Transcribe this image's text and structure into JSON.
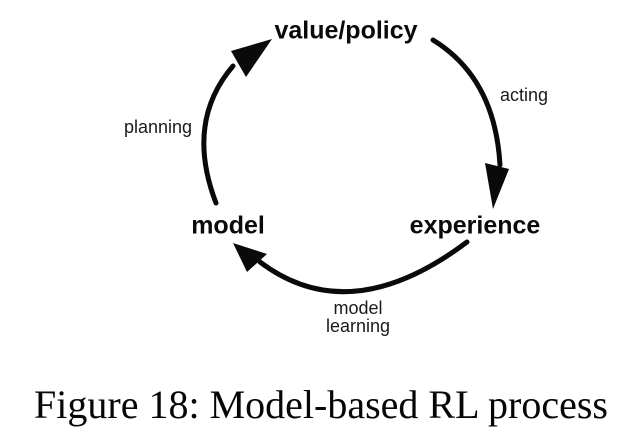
{
  "diagram": {
    "title_implied": "model-based RL cycle",
    "nodes": [
      {
        "id": "value-policy",
        "label": "value/policy"
      },
      {
        "id": "experience",
        "label": "experience"
      },
      {
        "id": "model",
        "label": "model"
      }
    ],
    "edges": [
      {
        "id": "acting",
        "from": "value/policy",
        "to": "experience",
        "label": "acting"
      },
      {
        "id": "model-learning",
        "from": "experience",
        "to": "model",
        "label": "model\nlearning"
      },
      {
        "id": "planning",
        "from": "model",
        "to": "value/policy",
        "label": "planning"
      }
    ]
  },
  "caption": "Figure 18: Model-based RL process",
  "colors": {
    "ink": "#0a0a0a",
    "background": "#ffffff"
  }
}
